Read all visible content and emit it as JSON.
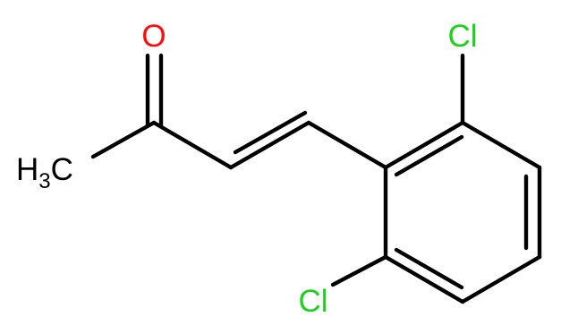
{
  "atoms": {
    "oxygen": {
      "text": "O"
    },
    "chlorine_top": {
      "text": "Cl"
    },
    "chlorine_bottom": {
      "text": "Cl"
    },
    "methyl": {
      "main": "H",
      "sub": "3",
      "tail": "C"
    }
  },
  "colors": {
    "bond": "#000000",
    "oxygen": "#ff0d0d",
    "chlorine": "#1fd01f",
    "carbon": "#000000",
    "background": "#ffffff"
  }
}
